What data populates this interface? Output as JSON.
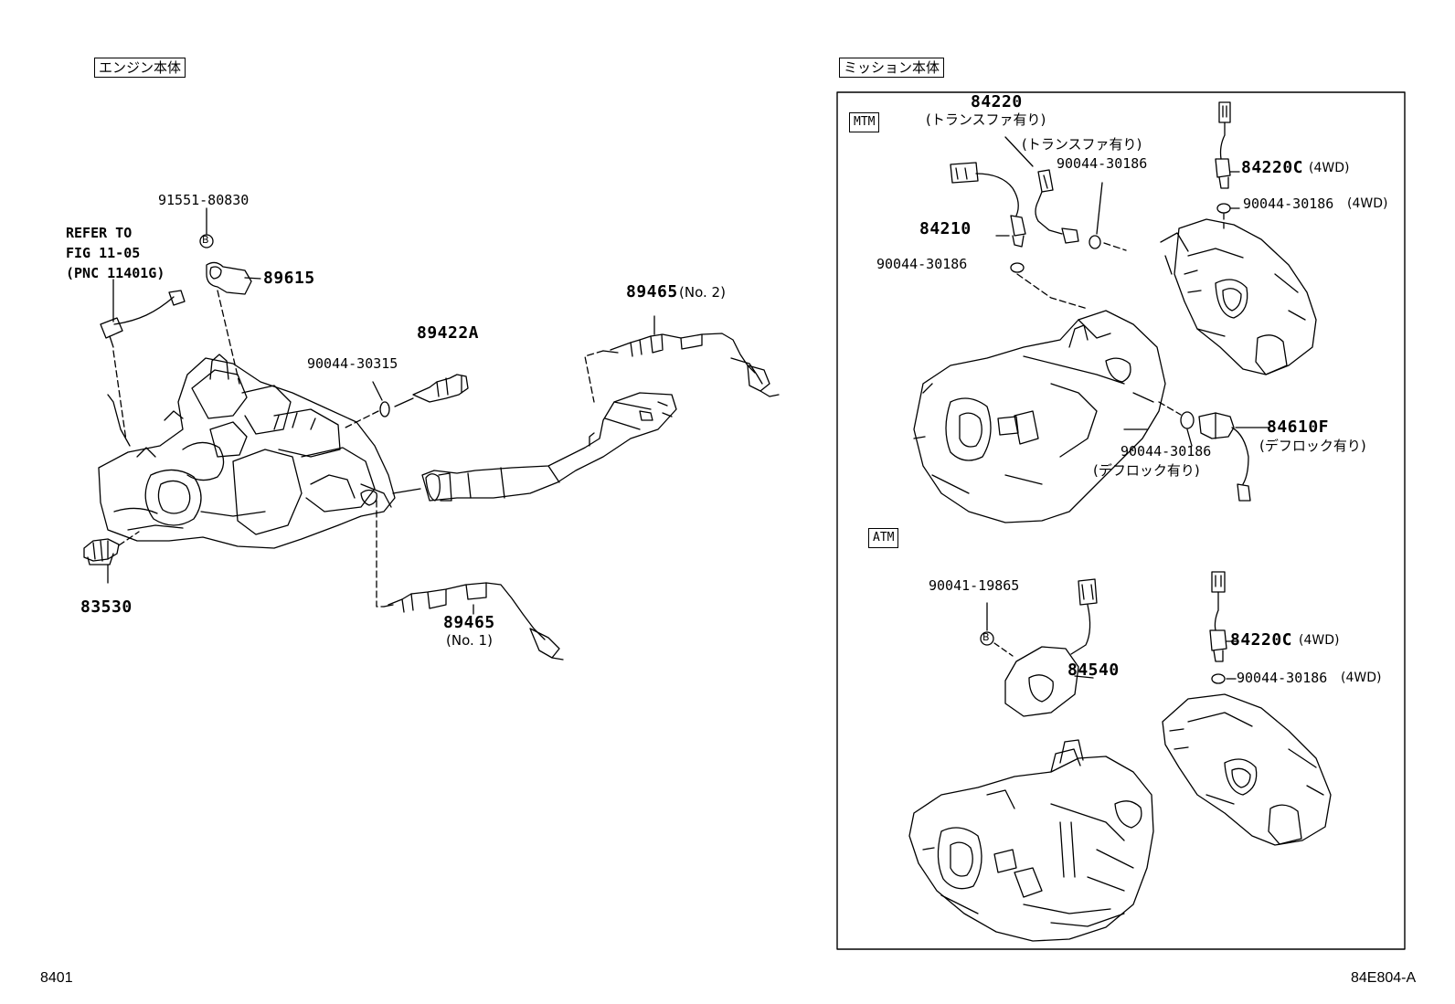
{
  "sections": {
    "engine": "エンジン本体",
    "mission": "ミッション本体"
  },
  "badges": {
    "mtm": "MTM",
    "atm": "ATM"
  },
  "engine": {
    "refer": [
      "REFER TO",
      "FIG 11-05",
      "(PNC 11401G)"
    ],
    "bolt_b": "91551-80830",
    "circle_b": "B",
    "p89615": "89615",
    "p89422a": "89422A",
    "gasket": "90044-30315",
    "p89465_no2": "89465",
    "p89465_no2_note": "(No. 2)",
    "p89465_no1": "89465",
    "p89465_no1_note": "(No. 1)",
    "p83530": "83530"
  },
  "mtm": {
    "p84220": "84220",
    "p84220_note": "(トランスファ有り)",
    "p84220_note2": "(トランスファ有り)",
    "gasket_a": "90044-30186",
    "p84220c": "84220C",
    "p84220c_note": "(4WD)",
    "gasket_4wd": "90044-30186",
    "gasket_4wd_note": "(4WD)",
    "p84210": "84210",
    "gasket_b": "90044-30186",
    "p84610f": "84610F",
    "p84610f_note": "(デフロック有り)",
    "gasket_c": "90044-30186",
    "gasket_c_note": "(デフロック有り)"
  },
  "atm": {
    "bolt": "90041-19865",
    "circle_b": "B",
    "p84540": "84540",
    "p84220c": "84220C",
    "p84220c_note": "(4WD)",
    "gasket": "90044-30186",
    "gasket_note": "(4WD)"
  },
  "footer": {
    "page": "8401",
    "fig": "84E804-A"
  }
}
